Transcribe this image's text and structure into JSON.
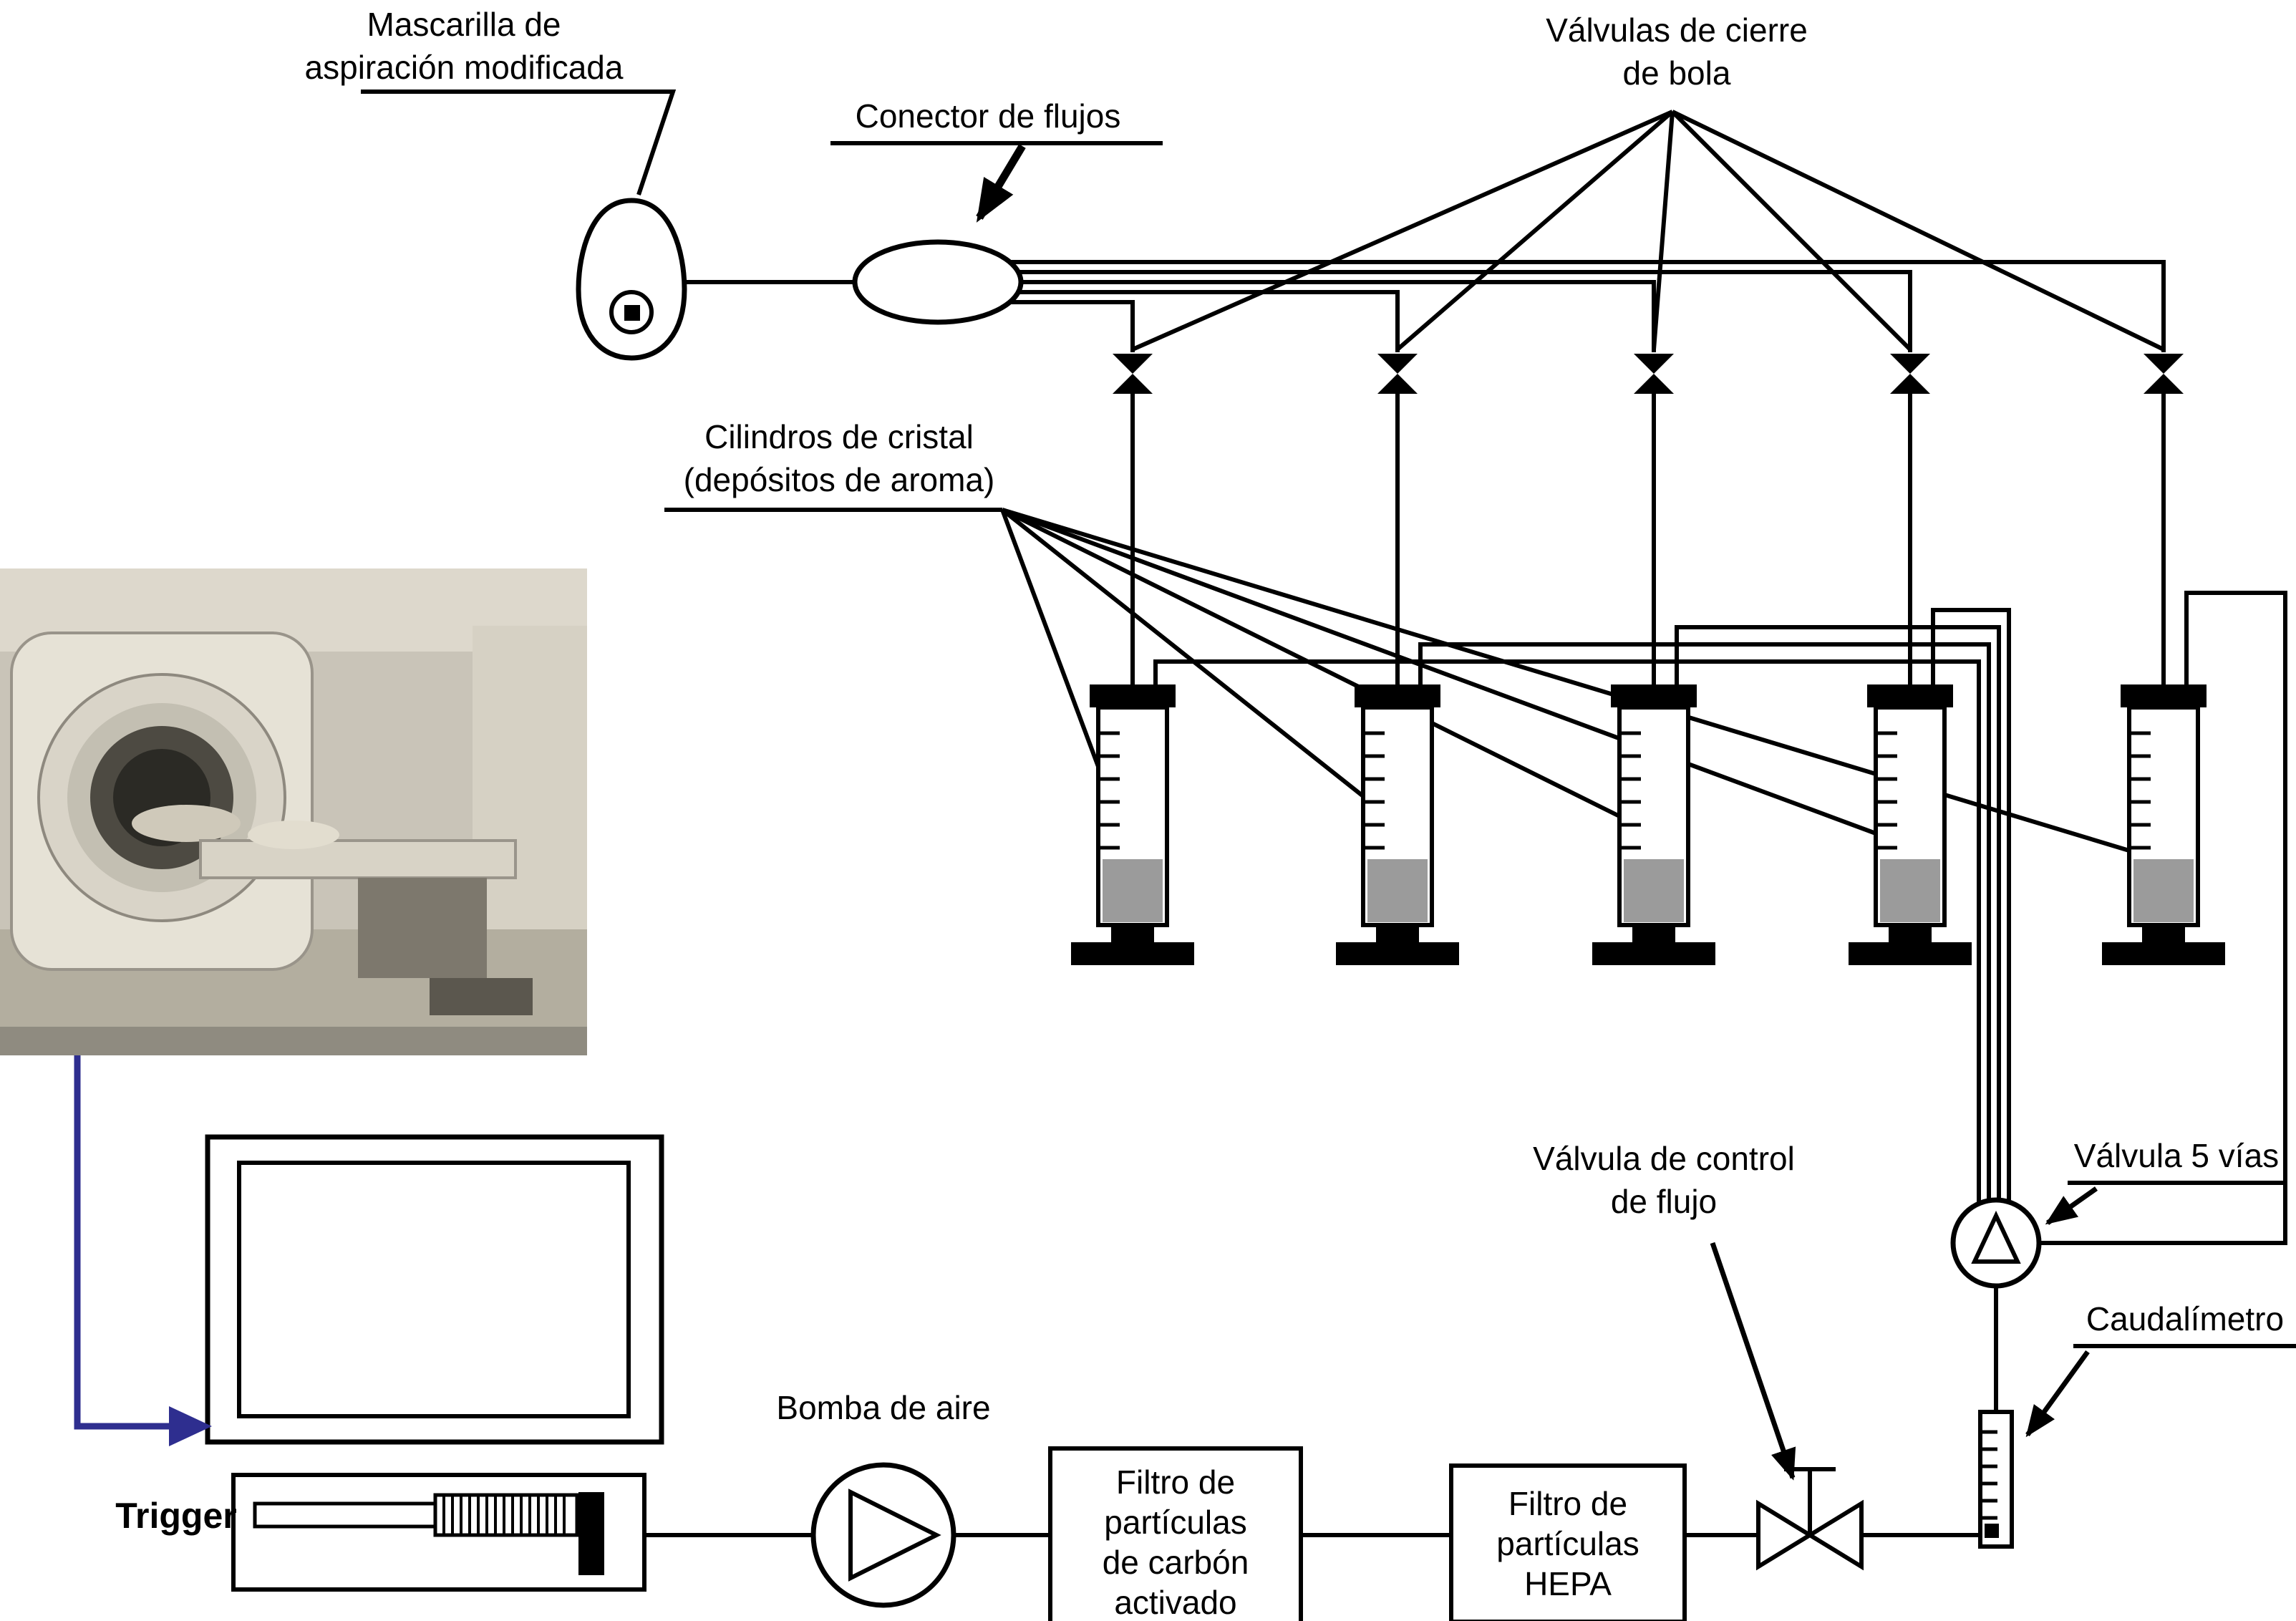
{
  "labels": {
    "mask": [
      "Mascarilla de",
      "aspiración modificada"
    ],
    "flow_connector": [
      "Conector de flujos"
    ],
    "ball_valves": [
      "Válvulas de cierre",
      "de bola"
    ],
    "glass_cylinders": [
      "Cilindros de cristal",
      "(depósitos de aroma)"
    ],
    "flow_control_valve": [
      "Válvula de control",
      "de flujo"
    ],
    "five_way_valve": [
      "Válvula 5 vías"
    ],
    "flow_meter": [
      "Caudalímetro"
    ],
    "trigger": [
      "Trigger"
    ],
    "air_pump": [
      "Bomba de aire"
    ],
    "carbon_filter": [
      "Filtro de",
      "partículas",
      "de carbón",
      "activado"
    ],
    "hepa_filter": [
      "Filtro de",
      "partículas",
      "HEPA"
    ]
  },
  "colors": {
    "line": "#000000",
    "trigger_arrow": "#2e2e8f",
    "cylinder_liquid": "#9b9b9b"
  },
  "counts": {
    "ball_valves": 5,
    "glass_cylinders": 5
  }
}
